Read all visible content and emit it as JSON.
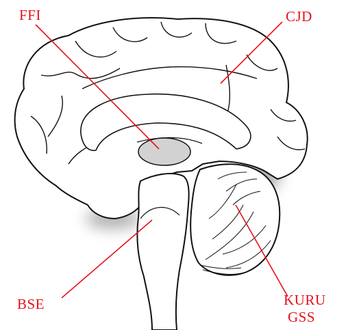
{
  "labels": {
    "ffi": "FFI",
    "cjd": "CJD",
    "bse": "BSE",
    "kuru": "KURU",
    "gss": "GSS"
  },
  "colors": {
    "label": "#e8101a",
    "leader": "#e8101a",
    "outline": "#111111",
    "shade": "#8f8f8f",
    "background": "#ffffff"
  }
}
